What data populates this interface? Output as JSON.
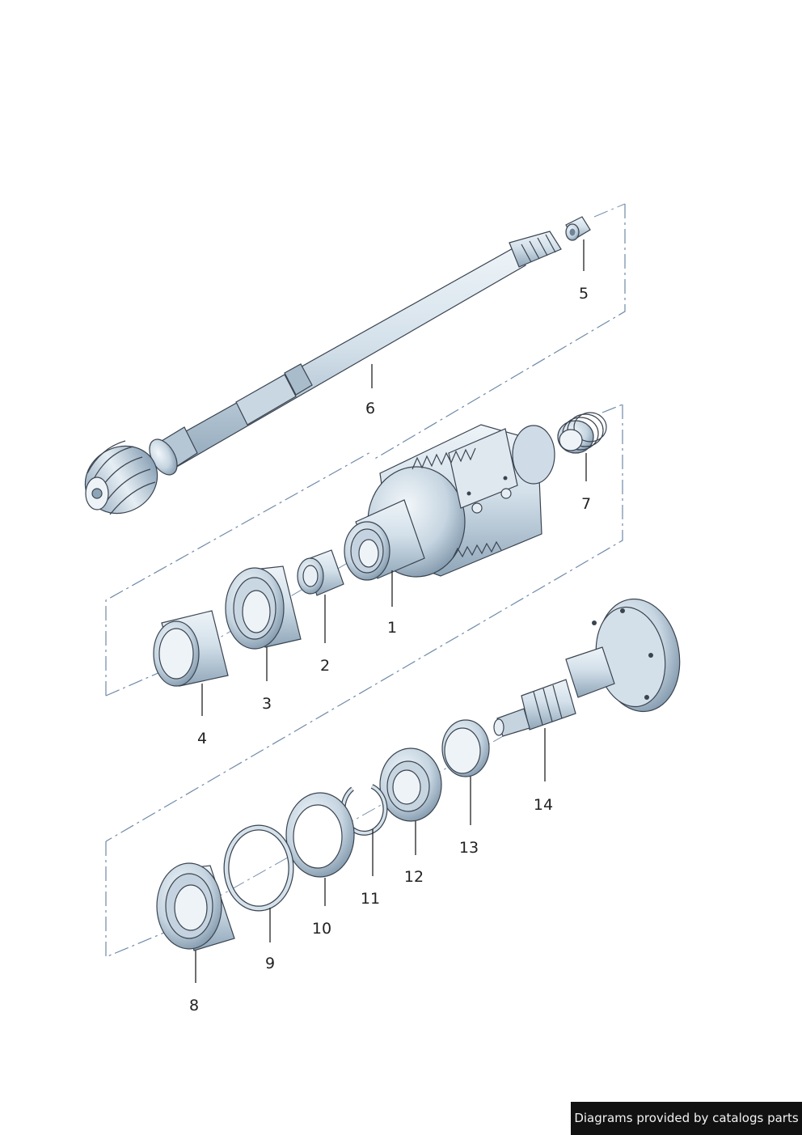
{
  "diagram": {
    "parts": [
      {
        "id": "1",
        "label": "1"
      },
      {
        "id": "2",
        "label": "2"
      },
      {
        "id": "3",
        "label": "3"
      },
      {
        "id": "4",
        "label": "4"
      },
      {
        "id": "5",
        "label": "5"
      },
      {
        "id": "6",
        "label": "6"
      },
      {
        "id": "7",
        "label": "7"
      },
      {
        "id": "8",
        "label": "8"
      },
      {
        "id": "9",
        "label": "9"
      },
      {
        "id": "10",
        "label": "10"
      },
      {
        "id": "11",
        "label": "11"
      },
      {
        "id": "12",
        "label": "12"
      },
      {
        "id": "13",
        "label": "13"
      },
      {
        "id": "14",
        "label": "14"
      }
    ],
    "colors": {
      "part_light": "#e4edf3",
      "part_mid": "#b9cad8",
      "part_dark": "#7f97ab",
      "outline": "#3a4450",
      "frame": "#6f8aa8"
    }
  },
  "credit": {
    "text": "Diagrams provided by catalogs parts"
  }
}
